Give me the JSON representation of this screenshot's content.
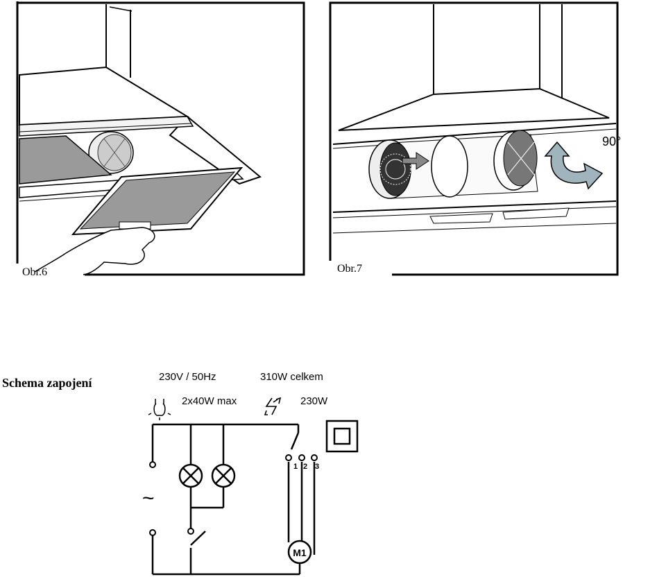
{
  "figure6": {
    "caption": "Obr.6"
  },
  "figure7": {
    "caption": "Obr.7",
    "rotation_label": "90°"
  },
  "schema": {
    "title": "Schema zapojení",
    "supply_label": "230V / 50Hz",
    "total_power_label": "310W celkem",
    "lamp_rating_label": "2x40W max",
    "motor_voltage_label": "230W",
    "ac_symbol": "~",
    "motor_label": "M1",
    "switch_positions": [
      "1",
      "2",
      "3"
    ]
  },
  "icons": [
    "lamp-icon",
    "fan-icon",
    "double-insulation-icon"
  ]
}
